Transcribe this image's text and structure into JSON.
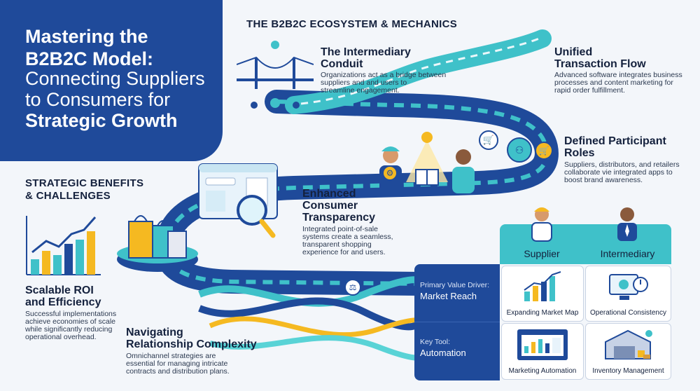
{
  "header": {
    "title_line1": "Mastering the",
    "title_line2": "B2B2C Model:",
    "title_line3": "Connecting Suppliers",
    "title_line4": "to Consumers for",
    "title_line5": "Strategic Growth"
  },
  "ecosystem": {
    "heading": "THE B2B2C ECOSYSTEM & MECHANICS",
    "items": [
      {
        "title_a": "The Intermediary",
        "title_b": "Conduit",
        "body_a": "Organizations act as a bridge between",
        "body_b": "suppliers and and users to",
        "body_c": "streamline engagement."
      },
      {
        "title_a": "Unified",
        "title_b": "Transaction Flow",
        "body_a": "Advanced software integrates business",
        "body_b": "processes and content marketing for",
        "body_c": "rapid order fulfillment."
      },
      {
        "title_a": "Defined Participant",
        "title_b": "Roles",
        "body_a": "Suppliers, distributors, and retailers",
        "body_b": "collaborate vie integrated apps to",
        "body_c": "boost brand awareness."
      },
      {
        "title_a": "Enhanced",
        "title_b": "Consumer",
        "title_c": "Transparency",
        "body_a": "Integrated point-of-sale",
        "body_b": "systems create a seamless,",
        "body_c": "transparent shopping",
        "body_d": "experience for and users."
      }
    ]
  },
  "benefits": {
    "heading_a": "STRATEGIC BENEFITS",
    "heading_b": "& CHALLENGES",
    "items": [
      {
        "title_a": "Scalable ROI",
        "title_b": "and Efficiency",
        "body_a": "Successful implementations",
        "body_b": "achieve economies of scale",
        "body_c": "while significantly reducing",
        "body_d": "operational overhead."
      },
      {
        "title_a": "Navigating",
        "title_b": "Relationship Complexity",
        "body_a": "Omnichannel strategies are",
        "body_b": "essential for managing intricate",
        "body_c": "contracts and distribution plans."
      }
    ]
  },
  "matrix": {
    "col_supplier": "Supplier",
    "col_intermediary": "Intermediary",
    "row1_label": "Primary Value Driver:",
    "row1_value": "Market Reach",
    "row2_label": "Key Tool:",
    "row2_value": "Automation",
    "cells": [
      "Expanding Market Map",
      "Operational Consistency",
      "Marketing Automation",
      "Inventory Management"
    ]
  },
  "colors": {
    "navy": "#1f4a9a",
    "teal": "#3fc1c9",
    "dark_navy": "#14213d",
    "yellow": "#f5b921"
  },
  "icons": [
    "network-icon",
    "bridge-icon",
    "user-icon",
    "database-icon",
    "cart-icon",
    "org-chart-icon",
    "worker-icon",
    "book-icon",
    "shopper-icon",
    "browser-icon",
    "magnifier-icon",
    "shopping-bag-icon",
    "bar-chart-icon",
    "balance-scale-icon",
    "gear-icon",
    "warehouse-icon",
    "stopwatch-icon",
    "location-pin-icon"
  ]
}
